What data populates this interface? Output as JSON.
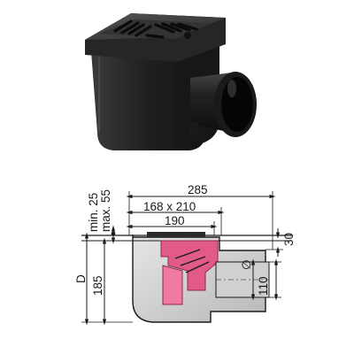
{
  "product": {
    "photo_alt": "black plastic drain box with slotted square grate and round side outlet"
  },
  "drawing": {
    "colors": {
      "line": "#1a1a1a",
      "accent": "#e25a8a",
      "accent_dark": "#8b2a4e",
      "body_light": "#dcdcdc",
      "body_mid": "#b5b5b5"
    },
    "dimensions": {
      "overall_width": "285",
      "grate_size": "168 x 210",
      "inner_width": "190",
      "height_d": "D",
      "height_185": "185",
      "top_offset": "30",
      "pipe_diameter_symbol": "∅",
      "pipe_diameter": "110",
      "min_label": "min. 25",
      "max_label": "max. 55"
    }
  }
}
